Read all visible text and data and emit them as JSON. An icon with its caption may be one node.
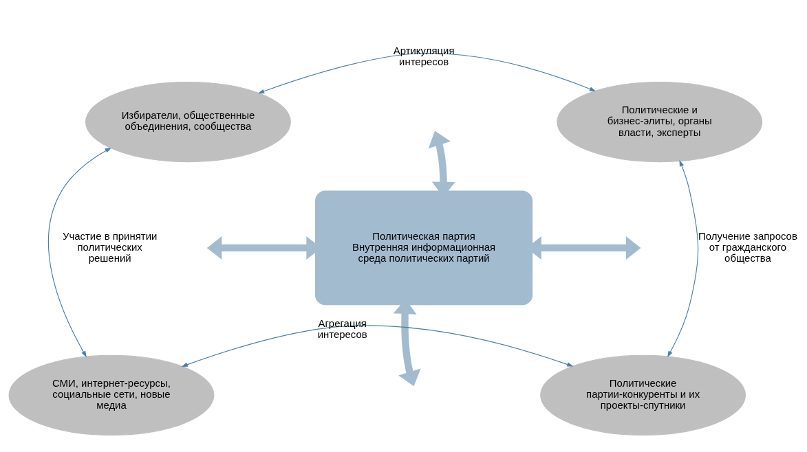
{
  "diagram": {
    "nodes": [
      {
        "text": [
          "Избиратели, общественные объединения, сообщества"
        ]
      },
      {
        "text": [
          "Политические и бизнес-элиты, органы власти, эксперты"
        ]
      },
      {
        "text": [
          "Политическая партия",
          "Внутренняя информационная среда политических партий"
        ]
      },
      {
        "text": [
          "СМИ, интернет-ресурсы, социальные сети, новые медиа"
        ]
      },
      {
        "text": [
          "Политические партии-конкуренты и их проекты-спутники"
        ]
      }
    ],
    "edges": [
      {
        "from": 0,
        "to": 1,
        "arrow": "both",
        "label": "Артикуляция интересов"
      },
      {
        "from": 0,
        "to": 3,
        "arrow": "both",
        "label": "Участие в принятии политических решений"
      },
      {
        "from": 1,
        "to": 4,
        "arrow": "both",
        "label": "Получение запросов от гражданского общества"
      },
      {
        "from": 3,
        "to": 4,
        "arrow": "both",
        "label": "Агрегация интересов"
      },
      {
        "from": 2,
        "to": null,
        "arrow": "both",
        "style": "thick",
        "color": "#a3bbcf"
      },
      {
        "from": 2,
        "to": null,
        "arrow": "both",
        "style": "thick",
        "color": "#a3bbcf"
      },
      {
        "from": 2,
        "to": null,
        "arrow": "both",
        "style": "thick",
        "color": "#a3bbcf"
      },
      {
        "from": 2,
        "to": null,
        "arrow": "both",
        "style": "thick",
        "color": "#a3bbcf"
      }
    ]
  }
}
